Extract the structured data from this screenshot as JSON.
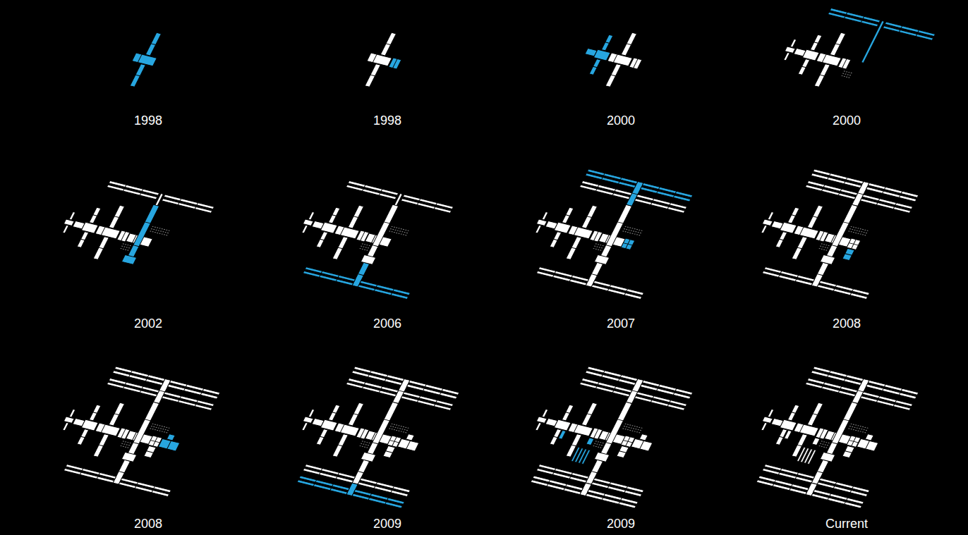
{
  "diagram": {
    "labels": [
      "1998",
      "1998",
      "2000",
      "2000",
      "2002",
      "2006",
      "2007",
      "2008",
      "2008",
      "2009",
      "2009",
      "Current"
    ]
  }
}
